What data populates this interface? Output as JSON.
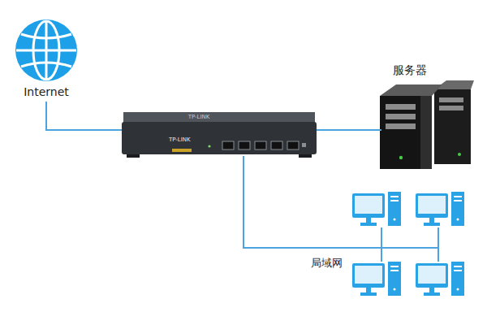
{
  "diagram": {
    "nodes": [
      {
        "text": [
          "Internet"
        ]
      },
      {
        "text": [
          "TP-LINK",
          "TP-LINK"
        ]
      },
      {
        "text": [
          "服务器"
        ]
      },
      {
        "text": [
          "局域网"
        ]
      }
    ],
    "edges": [
      {
        "from": 0,
        "to": 1,
        "arrow": "none"
      },
      {
        "from": 1,
        "to": 2,
        "arrow": "none"
      },
      {
        "from": 1,
        "to": 3,
        "arrow": "none"
      }
    ]
  }
}
